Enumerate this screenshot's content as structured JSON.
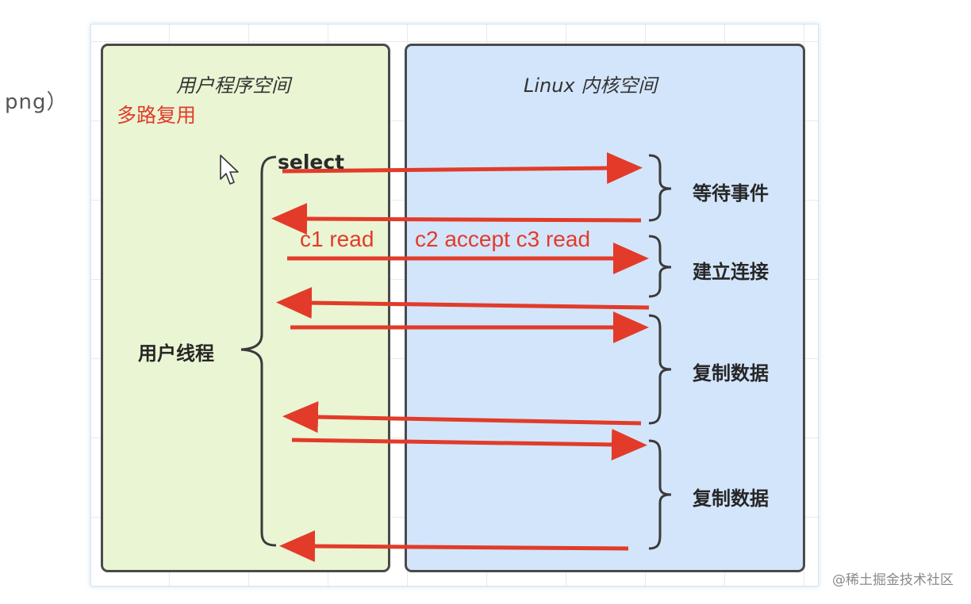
{
  "edge_text": "png）",
  "user_space": {
    "title": "用户程序空间",
    "multiplex_label": "多路复用",
    "thread_label": "用户线程"
  },
  "kernel_space": {
    "title": "Linux 内核空间"
  },
  "select_label": "select",
  "ready_labels": {
    "left": "c1 read",
    "right": "c2 accept c3 read"
  },
  "phases": {
    "wait": "等待事件",
    "connect": "建立连接",
    "copy_1": "复制数据",
    "copy_2": "复制数据"
  },
  "watermark": "@稀土掘金技术社区",
  "colors": {
    "arrow": "#e23b2a",
    "user_panel": "#eaf5d3",
    "kernel_panel": "#d3e5fb",
    "border": "#4a4a4a"
  },
  "icons": {
    "cursor": "mouse-pointer-icon"
  }
}
